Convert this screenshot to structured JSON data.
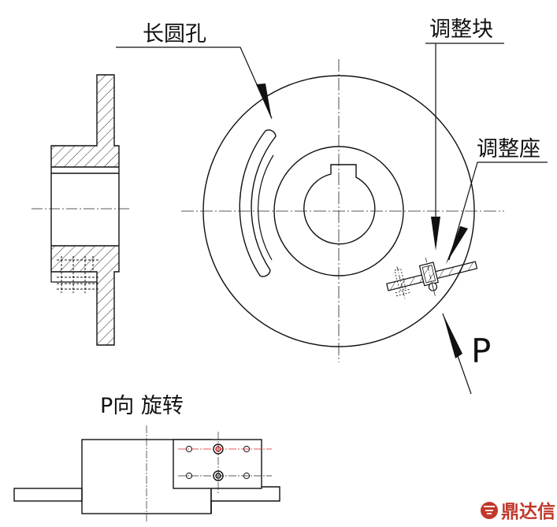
{
  "labels": {
    "slot": "长圆孔",
    "adjust_block": "调整块",
    "adjust_seat": "调整座",
    "view_arrow": "P",
    "view_caption": "P向 旋转"
  },
  "watermark": {
    "text": "鼎达信",
    "color": "#c0392b"
  },
  "colors": {
    "line": "#111111",
    "hatch": "#111111",
    "centerline": "#222222",
    "red_mark": "#d62020"
  }
}
